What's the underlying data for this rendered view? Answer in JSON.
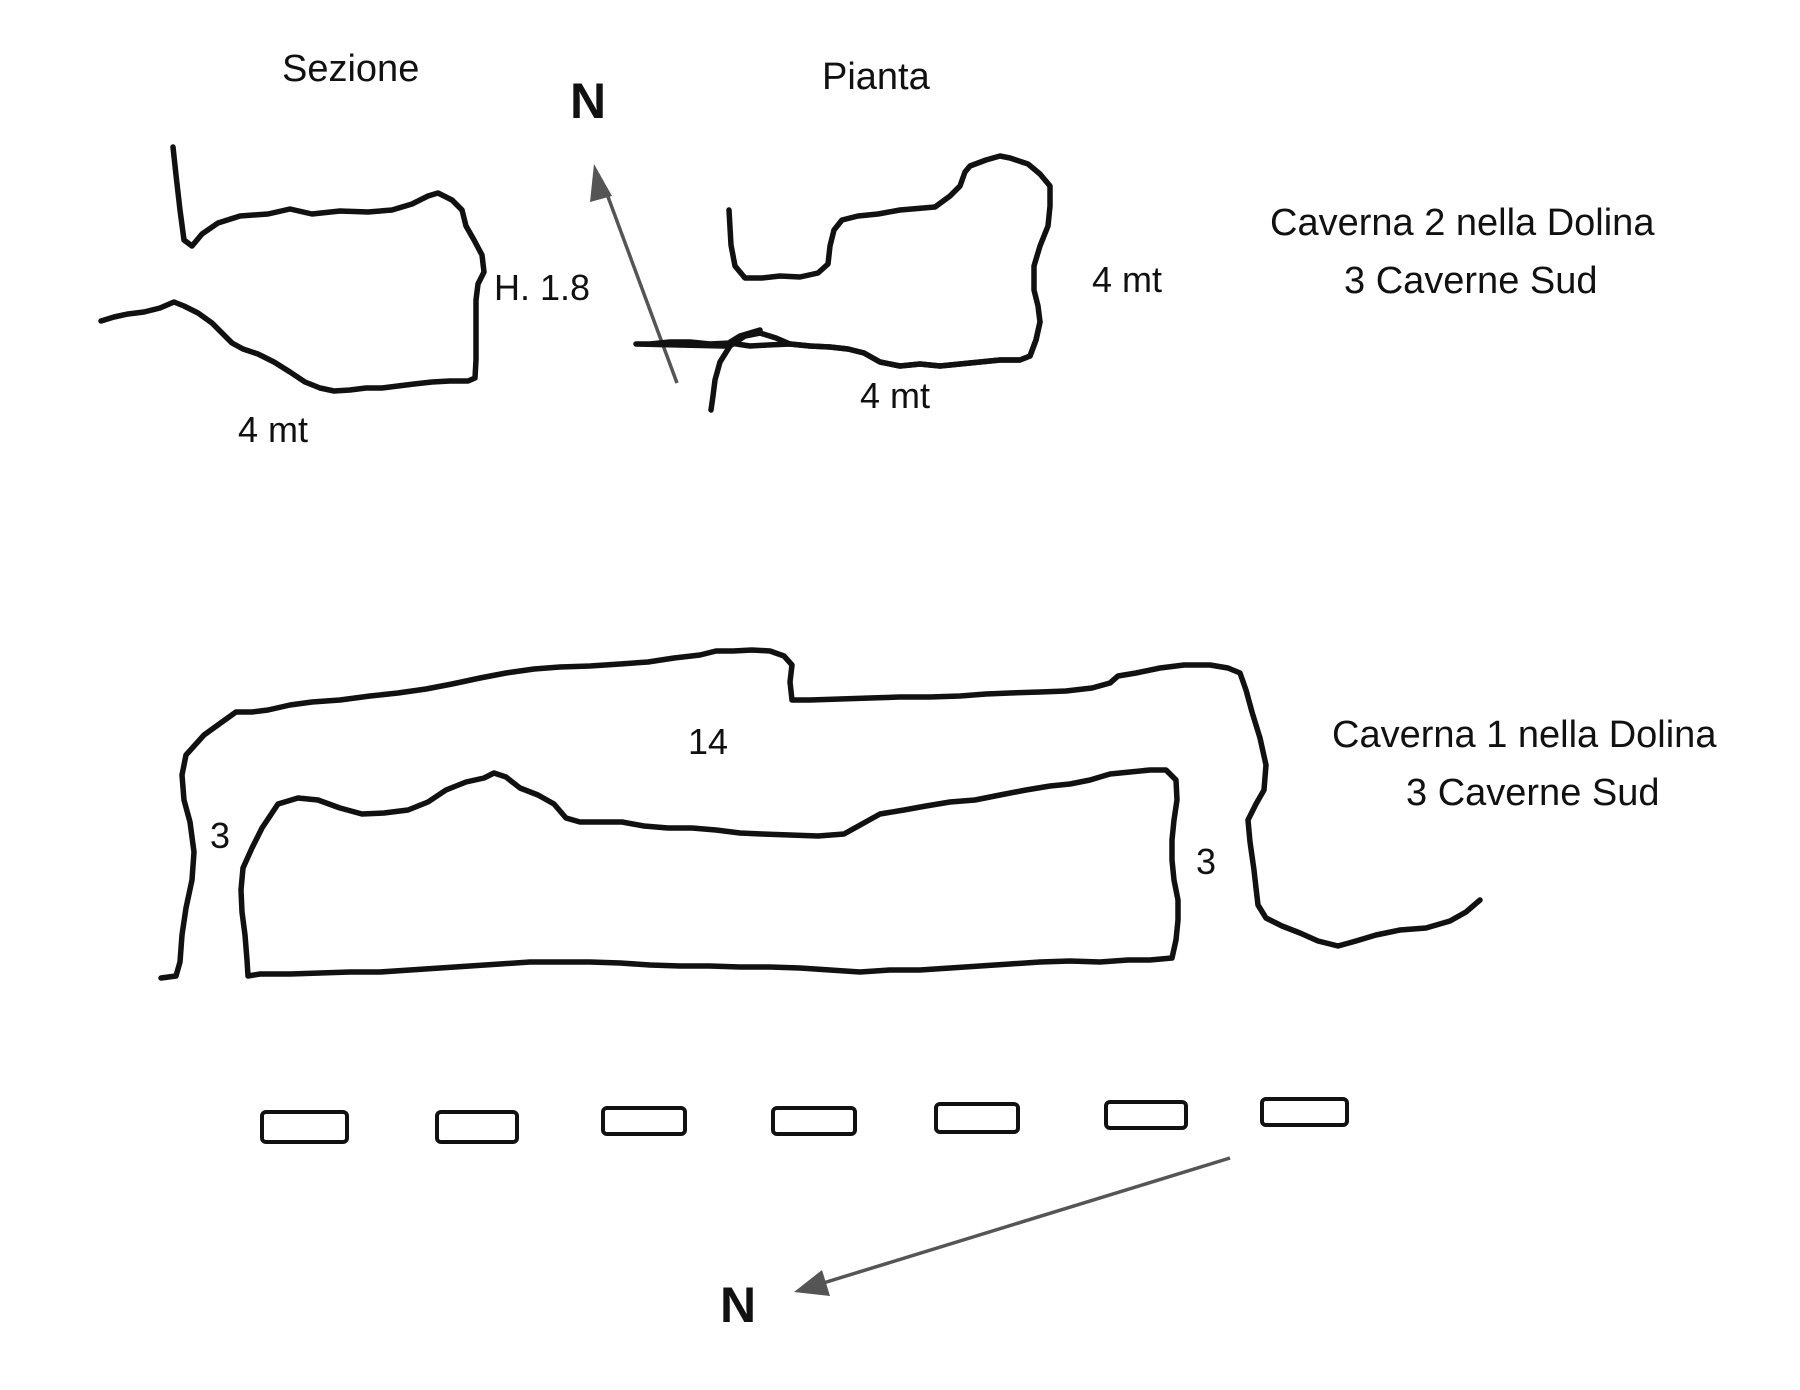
{
  "cave2": {
    "section_label": "Sezione",
    "plan_label": "Pianta",
    "height_label": "H. 1.8",
    "section_length_label": "4 mt",
    "plan_width_label": "4 mt",
    "plan_length_label": "4 mt",
    "north_label": "N",
    "title_line1": "Caverna 2 nella Dolina",
    "title_line2": "3 Caverne Sud"
  },
  "cave1": {
    "length_label": "14",
    "left_width_label": "3",
    "right_width_label": "3",
    "north_label": "N",
    "title_line1": "Caverna 1 nella Dolina",
    "title_line2": "3 Caverne Sud"
  },
  "colors": {
    "wall": "#111111",
    "arrow": "#555555"
  }
}
